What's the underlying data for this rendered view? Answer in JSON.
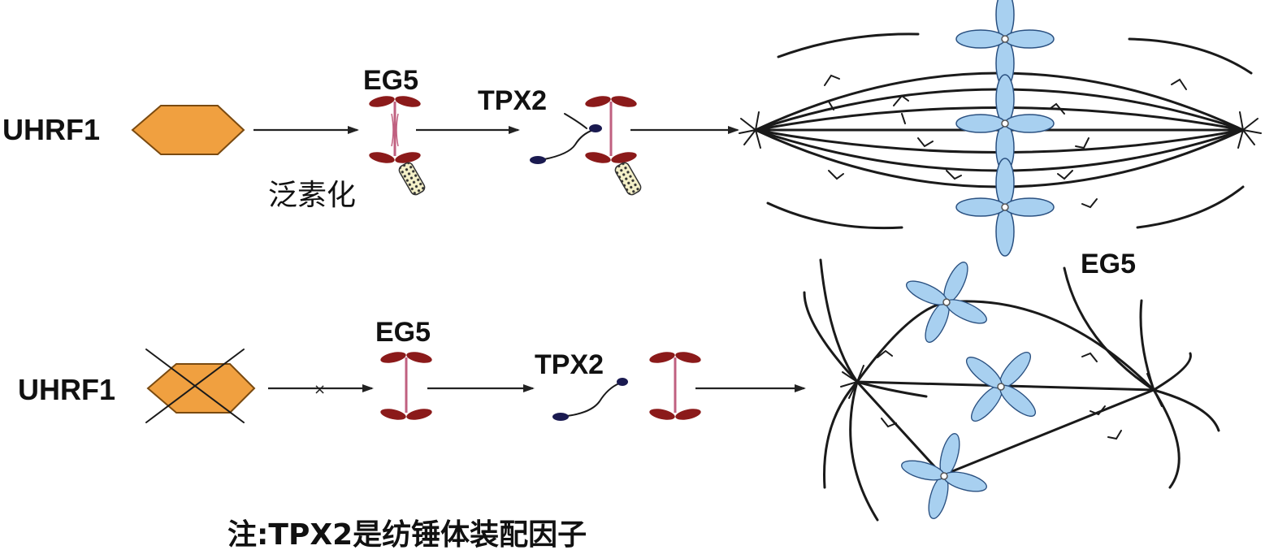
{
  "labels": {
    "uhrf1_top": "UHRF1",
    "uhrf1_bottom": "UHRF1",
    "eg5_top": "EG5",
    "eg5_bottom": "EG5",
    "eg5_spindle": "EG5",
    "tpx2_top": "TPX2",
    "tpx2_bottom": "TPX2",
    "ubiquitination": "泛素化"
  },
  "note": "注:TPX2是纺锤体装配因子",
  "colors": {
    "uhrf1": "#f0a040",
    "uhrf1_edge": "#7a4a10",
    "eg5": "#8b1a1a",
    "eg5_link": "#c06080",
    "tpx2": "#1a1a50",
    "chromosome": "#a8d0f0",
    "chromosome_edge": "#2a5080",
    "fiber": "#1a1a1a",
    "cross": "#222222"
  },
  "icons": {
    "uhrf1": "hexagon-protein-icon",
    "eg5": "motor-protein-icon",
    "tpx2": "tadpole-factor-icon",
    "ubiquitin": "ubiquitin-chain-icon",
    "chromosome": "x-chromosome-icon",
    "blocked": "x-mark-icon"
  }
}
